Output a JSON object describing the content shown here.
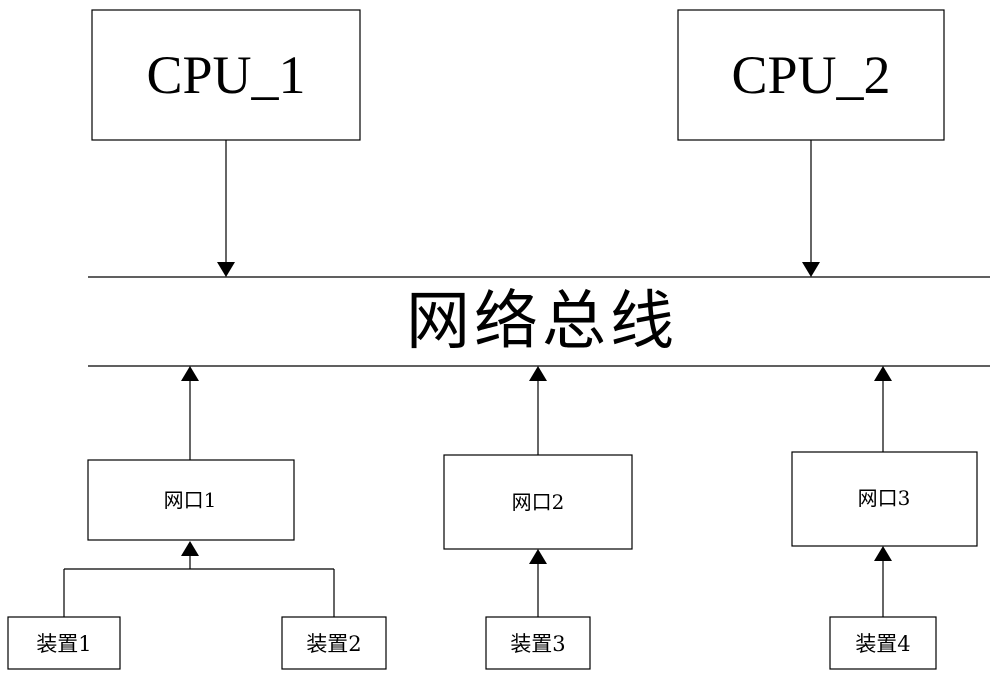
{
  "cpus": [
    {
      "label": "CPU_1"
    },
    {
      "label": "CPU_2"
    }
  ],
  "bus": {
    "label": "网络总线"
  },
  "ports": [
    {
      "label": "网口1"
    },
    {
      "label": "网口2"
    },
    {
      "label": "网口3"
    }
  ],
  "devices": [
    {
      "label": "装置1"
    },
    {
      "label": "装置2"
    },
    {
      "label": "装置3"
    },
    {
      "label": "装置4"
    }
  ]
}
